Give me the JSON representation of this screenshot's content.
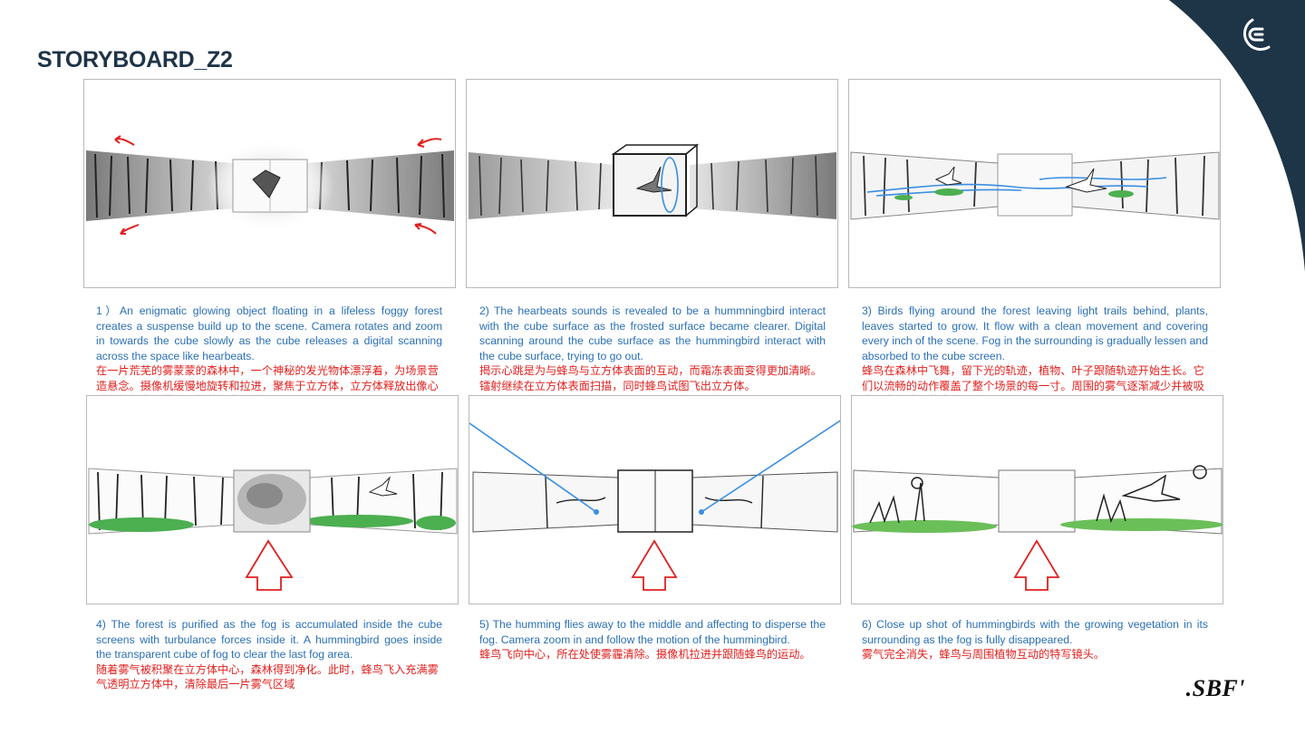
{
  "title": "STORYBOARD_Z2",
  "logo": ".SBF'",
  "colors": {
    "navy": "#1e3447",
    "caption_en": "#2a6fb8",
    "caption_zh": "#e0211f",
    "arrow_red": "#e02020",
    "trail_blue": "#3a8ee0",
    "grass_green": "#4caf50"
  },
  "panels": [
    {
      "en": "1）An enigmatic glowing object floating in a lifeless foggy forest creates a suspense build up to the scene. Camera rotates and zoom in towards the cube slowly as the cube releases a digital scanning across the space like hearbeats.",
      "zh": "在一片荒芜的雾蒙蒙的森林中，一个神秘的发光物体漂浮着，为场景营造悬念。摄像机缓慢地旋转和拉进，聚焦于立方体，立方体释放出像心跳般的数字扫描，覆盖整个空间"
    },
    {
      "en": "2) The hearbeats sounds is revealed to be a hummningbird interact with the cube surface as the frosted surface became clearer. Digital scanning around the cube surface as the hummingbird interact with the cube surface, trying to go out.",
      "zh": "揭示心跳是为与蜂鸟与立方体表面的互动，而霜冻表面变得更加清晰。镭射继续在立方体表面扫描，同时蜂鸟试图飞出立方体。"
    },
    {
      "en": "3) Birds flying around the forest leaving light trails behind, plants, leaves started to grow. It flow with a clean movement and covering every inch of the scene. Fog in the surrounding is gradually lessen and absorbed to the cube screen.",
      "zh": "蜂鸟在森林中飞舞，留下光的轨迹，植物、叶子跟随轨迹开始生长。它们以流畅的动作覆盖了整个场景的每一寸。周围的雾气逐渐减少并被吸收到立方体屏幕中。"
    },
    {
      "en": "4) The forest is purified as the fog is accumulated inside the cube screens with turbulance forces inside it. A hummingbird goes inside the transparent cube of fog to clear the last fog area.",
      "zh": "随着雾气被积聚在立方体中心，森林得到净化。此时，蜂鸟飞入充满雾气透明立方体中，清除最后一片雾气区域"
    },
    {
      "en": "5) The humming flies away to the middle and affecting to disperse the fog. Camera zoom in and follow the motion of the hummingbird.",
      "zh": "蜂鸟飞向中心，所在处使雾霾清除。摄像机拉进并跟随蜂鸟的运动。"
    },
    {
      "en": "6) Close up shot of hummingbirds with the growing vegetation in its surrounding as the fog is fully disappeared.",
      "zh": "雾气完全消失，蜂鸟与周围植物互动的特写镜头。"
    }
  ]
}
